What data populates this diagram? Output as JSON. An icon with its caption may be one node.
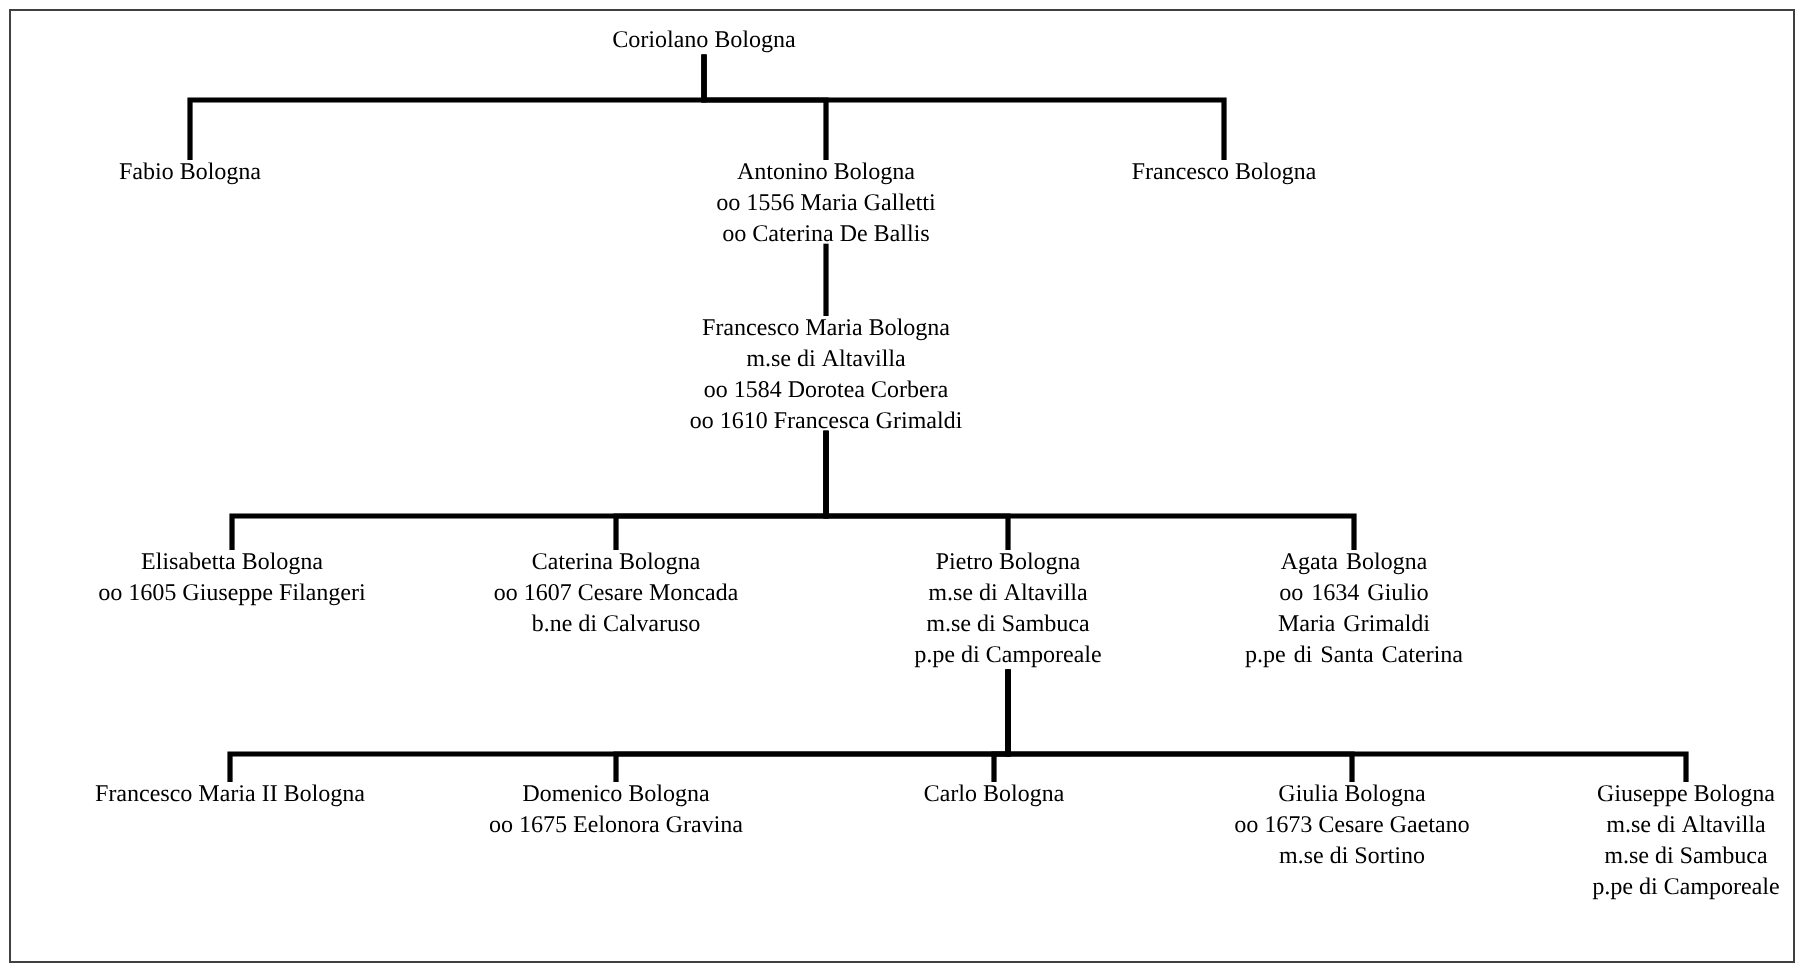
{
  "diagram": {
    "nodes": [
      {
        "text": [
          "Coriolano Bologna"
        ]
      },
      {
        "text": [
          "Fabio Bologna"
        ]
      },
      {
        "text": [
          "Antonino Bologna",
          "oo 1556 Maria Galletti",
          "oo Caterina De Ballis"
        ]
      },
      {
        "text": [
          "Francesco Bologna"
        ]
      },
      {
        "text": [
          "Francesco Maria Bologna",
          "m.se di Altavilla",
          "oo 1584 Dorotea Corbera",
          "oo 1610 Francesca Grimaldi"
        ]
      },
      {
        "text": [
          "Elisabetta Bologna",
          "oo 1605 Giuseppe Filangeri"
        ]
      },
      {
        "text": [
          "Caterina Bologna",
          "oo 1607 Cesare Moncada",
          "b.ne di Calvaruso"
        ]
      },
      {
        "text": [
          "Pietro Bologna",
          "m.se di Altavilla",
          "m.se di Sambuca",
          "p.pe di Camporeale"
        ]
      },
      {
        "text": [
          "Agata Bologna",
          "oo 1634 Giulio Maria Grimaldi",
          "p.pe di Santa Caterina"
        ]
      },
      {
        "text": [
          "Francesco Maria II Bologna"
        ]
      },
      {
        "text": [
          "Domenico Bologna",
          "oo 1675 Eelonora Gravina"
        ]
      },
      {
        "text": [
          "Carlo Bologna"
        ]
      },
      {
        "text": [
          "Giulia Bologna",
          "oo 1673 Cesare Gaetano",
          "m.se di Sortino"
        ]
      },
      {
        "text": [
          "Giuseppe Bologna",
          "m.se di Altavilla",
          "m.se di Sambuca",
          "p.pe di Camporeale"
        ]
      }
    ],
    "edges": [
      {
        "from": 0,
        "to": 1,
        "arrow": "none"
      },
      {
        "from": 0,
        "to": 2,
        "arrow": "none"
      },
      {
        "from": 0,
        "to": 3,
        "arrow": "none"
      },
      {
        "from": 2,
        "to": 4,
        "arrow": "none"
      },
      {
        "from": 4,
        "to": 5,
        "arrow": "none"
      },
      {
        "from": 4,
        "to": 6,
        "arrow": "none"
      },
      {
        "from": 4,
        "to": 7,
        "arrow": "none"
      },
      {
        "from": 4,
        "to": 8,
        "arrow": "none"
      },
      {
        "from": 7,
        "to": 9,
        "arrow": "none"
      },
      {
        "from": 7,
        "to": 10,
        "arrow": "none"
      },
      {
        "from": 7,
        "to": 11,
        "arrow": "none"
      },
      {
        "from": 7,
        "to": 12,
        "arrow": "none"
      },
      {
        "from": 7,
        "to": 13,
        "arrow": "none"
      }
    ]
  }
}
